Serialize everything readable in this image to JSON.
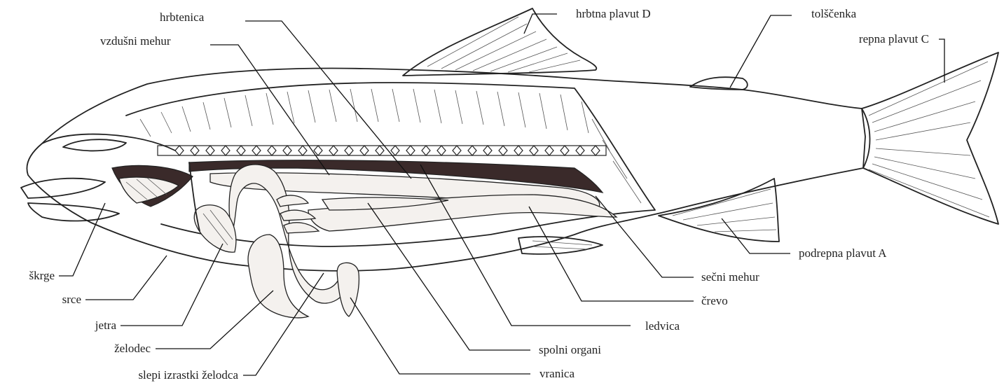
{
  "labels": {
    "hrbtenica": "hrbtenica",
    "vzdusni_mehur": "vzdušni mehur",
    "hrbtna_plavut": "hrbtna plavut D",
    "tolscenka": "tolščenka",
    "repna_plavut": "repna plavut C",
    "podrepna_plavut": "podrepna plavut A",
    "secni_mehur": "sečni mehur",
    "crevo": "črevo",
    "ledvica": "ledvica",
    "spolni_organi": "spolni organi",
    "vranica": "vranica",
    "skrge": "škrge",
    "srce": "srce",
    "jetra": "jetra",
    "zelodec": "želodec",
    "slepi_izrastki": "slepi izrastki želodca"
  }
}
